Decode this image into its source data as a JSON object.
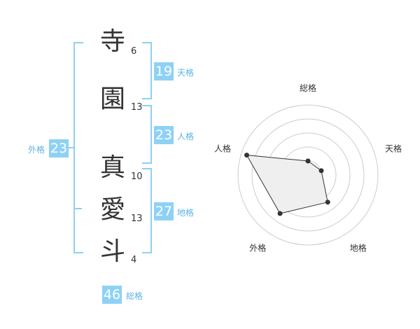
{
  "characters": [
    {
      "char": "寺",
      "strokes": "6"
    },
    {
      "char": "園",
      "strokes": "13"
    },
    {
      "char": "真",
      "strokes": "10"
    },
    {
      "char": "愛",
      "strokes": "13"
    },
    {
      "char": "斗",
      "strokes": "4"
    }
  ],
  "fortunes": {
    "tenkaku": {
      "value": "19",
      "label": "天格"
    },
    "jinkaku": {
      "value": "23",
      "label": "人格"
    },
    "chikaku": {
      "value": "27",
      "label": "地格"
    },
    "gaikaku": {
      "value": "23",
      "label": "外格"
    },
    "soukaku": {
      "value": "46",
      "label": "総格"
    }
  },
  "chart_data": {
    "type": "radar",
    "axes": [
      "総格",
      "天格",
      "地格",
      "外格",
      "人格"
    ],
    "values": [
      1,
      1,
      2.4,
      3.4,
      4.6
    ],
    "rmax": 5,
    "rings": 5,
    "fill_color": "#efefef",
    "line_color": "#333333",
    "ring_color": "#cccccc"
  }
}
